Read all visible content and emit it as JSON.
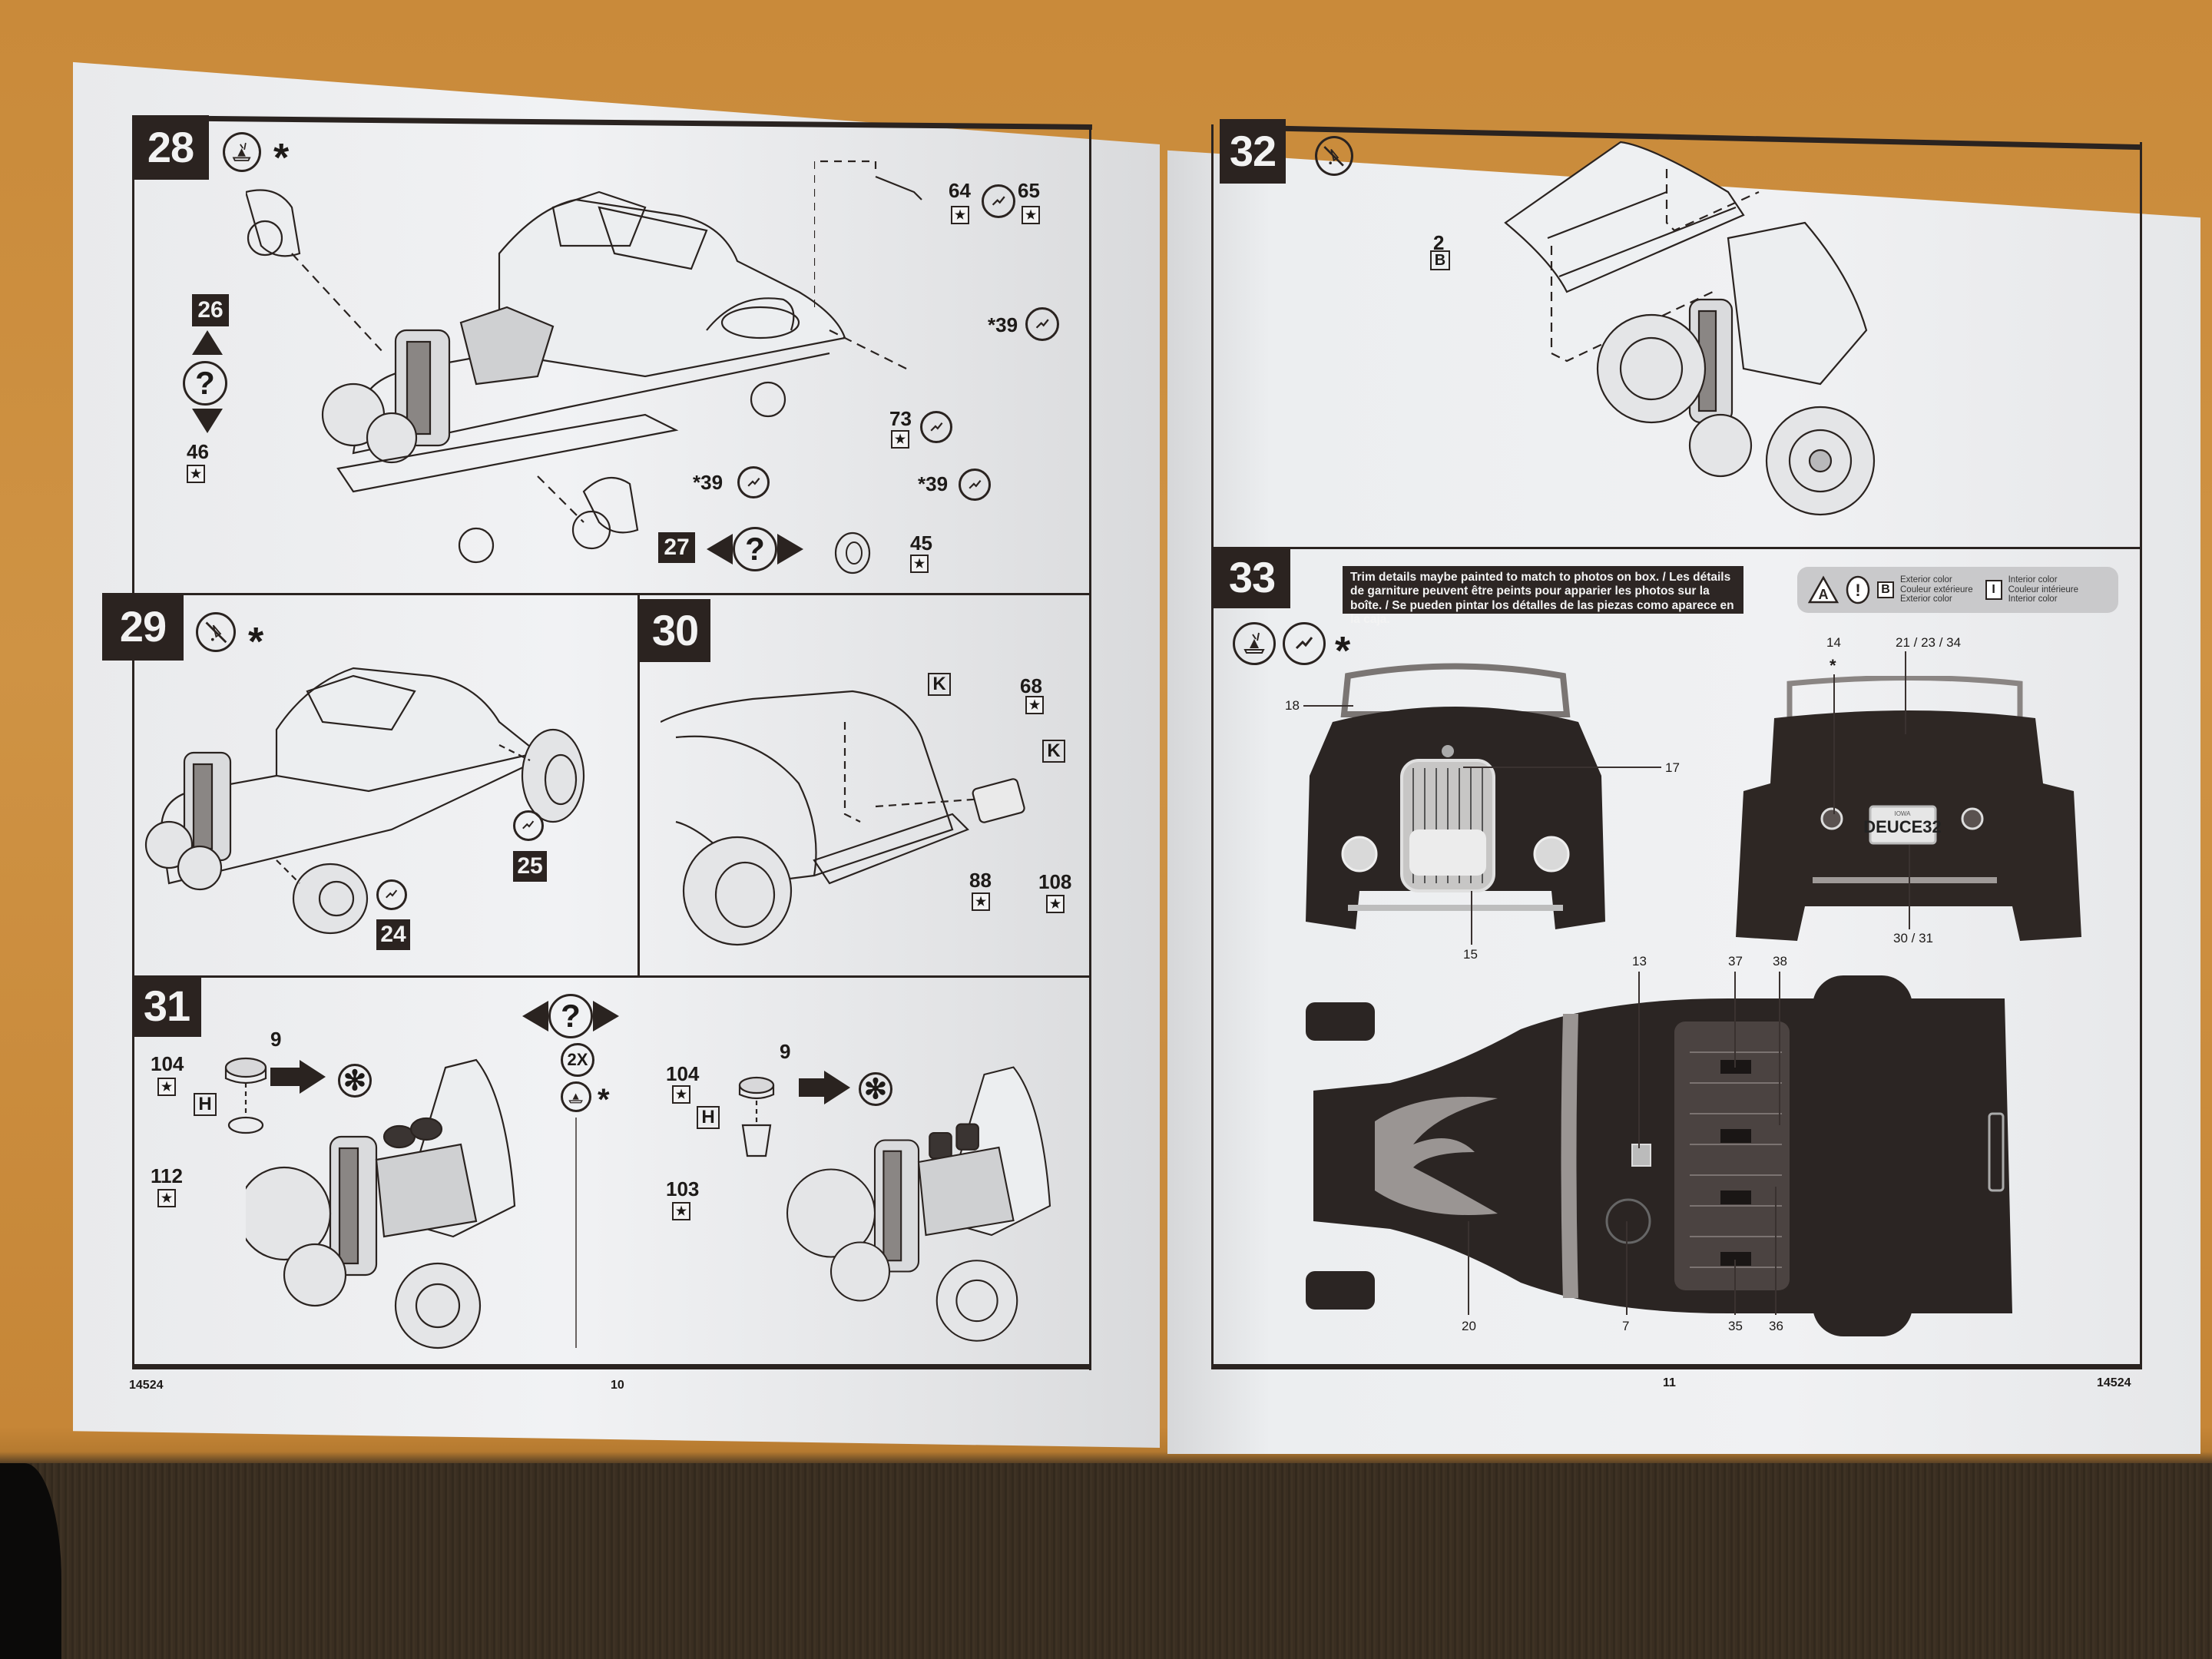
{
  "document": {
    "title": "Model kit assembly instructions (spread)",
    "kit_number": "14524",
    "left_page_number": "10",
    "right_page_number": "11"
  },
  "steps": {
    "s28": {
      "number": "28",
      "icons": [
        "paint-decal-icon"
      ],
      "asterisk": "*",
      "alt_ref_top": "26",
      "alt_ref_bottom": "27",
      "question_mark": "?",
      "parts": [
        {
          "id": "64",
          "badge": "★"
        },
        {
          "id": "65",
          "badge": "★"
        },
        {
          "id": "39",
          "prefix": "*"
        },
        {
          "id": "73",
          "badge": "★"
        },
        {
          "id": "46",
          "badge": "★"
        },
        {
          "id": "39",
          "prefix": "*"
        },
        {
          "id": "39",
          "prefix": "*"
        },
        {
          "id": "45",
          "badge": "★"
        }
      ]
    },
    "s29": {
      "number": "29",
      "icons": [
        "no-glue-icon"
      ],
      "asterisk": "*",
      "refs": [
        "25",
        "24"
      ]
    },
    "s30": {
      "number": "30",
      "parts": [
        {
          "id": "68",
          "badge": "★"
        },
        {
          "letter": "K"
        },
        {
          "letter": "K"
        },
        {
          "id": "88",
          "badge": "★"
        },
        {
          "id": "108",
          "badge": "★"
        }
      ]
    },
    "s31": {
      "number": "31",
      "question_mark": "?",
      "multiplier": "2X",
      "asterisk": "*",
      "left_group": [
        {
          "id": "104",
          "badge": "★"
        },
        {
          "id": "9",
          "suffix": "*"
        },
        {
          "letter": "H"
        },
        {
          "id": "112",
          "badge": "★"
        }
      ],
      "right_group": [
        {
          "id": "104",
          "badge": "★"
        },
        {
          "id": "9",
          "suffix": "*"
        },
        {
          "letter": "H"
        },
        {
          "id": "103",
          "badge": "★"
        }
      ]
    },
    "s32": {
      "number": "32",
      "icons": [
        "no-glue-icon"
      ],
      "parts": [
        {
          "id": "2",
          "letter": "B"
        }
      ]
    },
    "s33": {
      "number": "33",
      "note": "Trim details maybe painted to match to photos on box. / Les détails de garniture peuvent être peints pour apparier les photos sur la boîte. / Se pueden pintar los détalles de las piezas como aparece en la caja.",
      "legend": {
        "a_symbol": "A",
        "warn_symbol": "!",
        "b_letter": "B",
        "b_text": [
          "Exterior color",
          "Couleur extérieure",
          "Exterior color"
        ],
        "i_letter": "I",
        "i_text": [
          "Interior color",
          "Couleur intérieure",
          "Interior color"
        ]
      },
      "asterisk": "*",
      "front_view": {
        "labels": [
          "18",
          "17",
          "15"
        ]
      },
      "rear_view": {
        "labels": [
          "14",
          "21 / 23 / 34",
          "30 / 31"
        ],
        "star": "*",
        "license_plate": "DEUCE32",
        "plate_state": "IOWA"
      },
      "top_view": {
        "labels": [
          "13",
          "37",
          "38",
          "20",
          "7",
          "35",
          "36"
        ]
      }
    }
  }
}
